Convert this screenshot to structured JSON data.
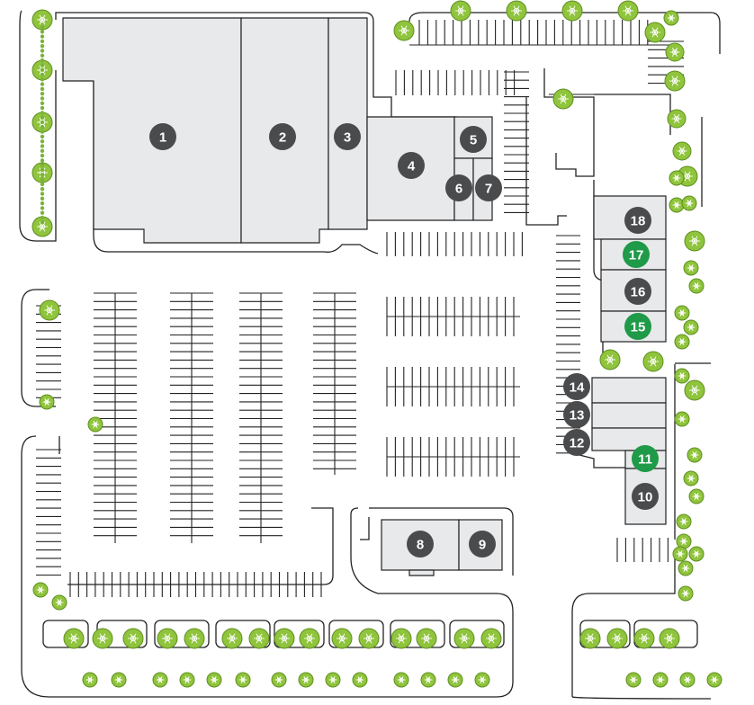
{
  "map": {
    "colors": {
      "available_marker": "#1e9a48",
      "leased_marker": "#4a4b4d",
      "building_fill": "#e8e9ea",
      "tree_green": "#8fc43c",
      "linework": "#222222"
    },
    "units": [
      {
        "label": "1",
        "status": "leased"
      },
      {
        "label": "2",
        "status": "leased"
      },
      {
        "label": "3",
        "status": "leased"
      },
      {
        "label": "4",
        "status": "leased"
      },
      {
        "label": "5",
        "status": "leased"
      },
      {
        "label": "6",
        "status": "leased"
      },
      {
        "label": "7",
        "status": "leased"
      },
      {
        "label": "8",
        "status": "leased"
      },
      {
        "label": "9",
        "status": "leased"
      },
      {
        "label": "10",
        "status": "leased"
      },
      {
        "label": "11",
        "status": "available"
      },
      {
        "label": "12",
        "status": "leased"
      },
      {
        "label": "13",
        "status": "leased"
      },
      {
        "label": "14",
        "status": "leased"
      },
      {
        "label": "15",
        "status": "available"
      },
      {
        "label": "16",
        "status": "leased"
      },
      {
        "label": "17",
        "status": "available"
      },
      {
        "label": "18",
        "status": "leased"
      }
    ],
    "icons": {
      "tree": "tree-icon",
      "unit_marker": "unit-marker-icon"
    }
  }
}
